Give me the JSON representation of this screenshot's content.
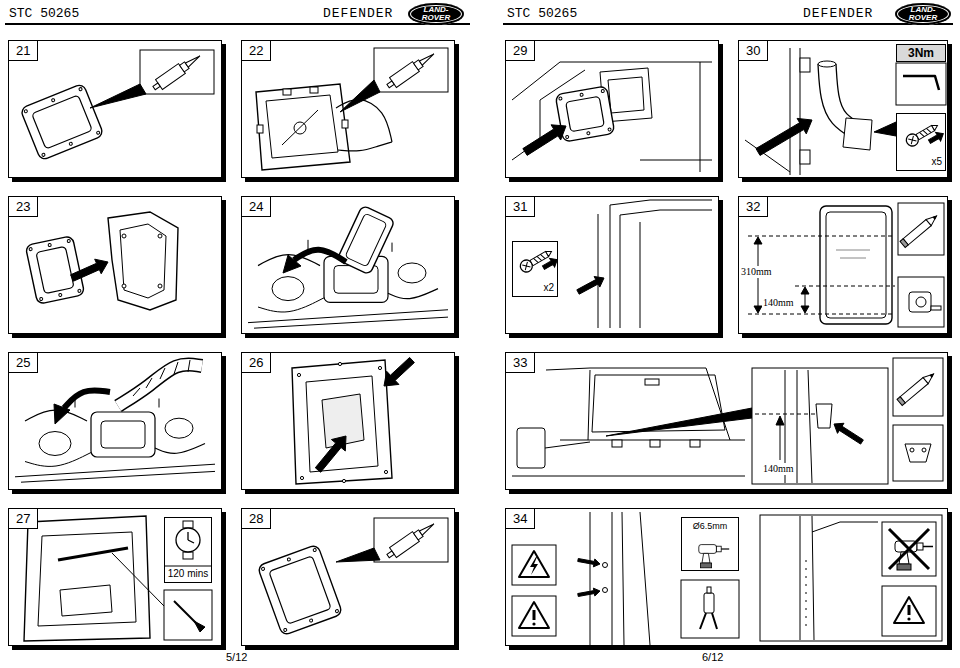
{
  "diagram": {
    "nodes": [
      {
        "text": [
          "STC 50265",
          "DEFENDER"
        ]
      },
      {
        "text": [
          "LAND- ROVER"
        ],
        "in": 0
      },
      {
        "text": [
          "21"
        ]
      },
      {
        "text": [
          "22"
        ]
      },
      {
        "text": [
          "23"
        ]
      },
      {
        "text": [
          "24"
        ]
      },
      {
        "text": [
          "25"
        ]
      },
      {
        "text": [
          "26"
        ]
      },
      {
        "text": [
          "27"
        ]
      },
      {
        "text": [
          "120 mins"
        ],
        "in": 8
      },
      {
        "text": [
          "28"
        ]
      },
      {
        "text": [
          "STC 50265",
          "DEFENDER"
        ]
      },
      {
        "text": [
          "LAND- ROVER"
        ],
        "in": 11
      },
      {
        "text": [
          "29"
        ]
      },
      {
        "text": [
          "30"
        ]
      },
      {
        "text": [
          "3Nm"
        ],
        "in": 14
      },
      {
        "text": [
          "x5"
        ],
        "in": 14
      },
      {
        "text": [
          "31"
        ]
      },
      {
        "text": [
          "x2"
        ],
        "in": 17
      },
      {
        "text": [
          "32"
        ]
      },
      {
        "text": [
          "33"
        ]
      },
      {
        "text": [
          "34"
        ]
      },
      {
        "text": [
          "Ø6.5mm"
        ],
        "in": 21
      }
    ],
    "labels": [
      "310mm",
      "140mm",
      "140mm",
      "5/12",
      "6/12"
    ]
  }
}
